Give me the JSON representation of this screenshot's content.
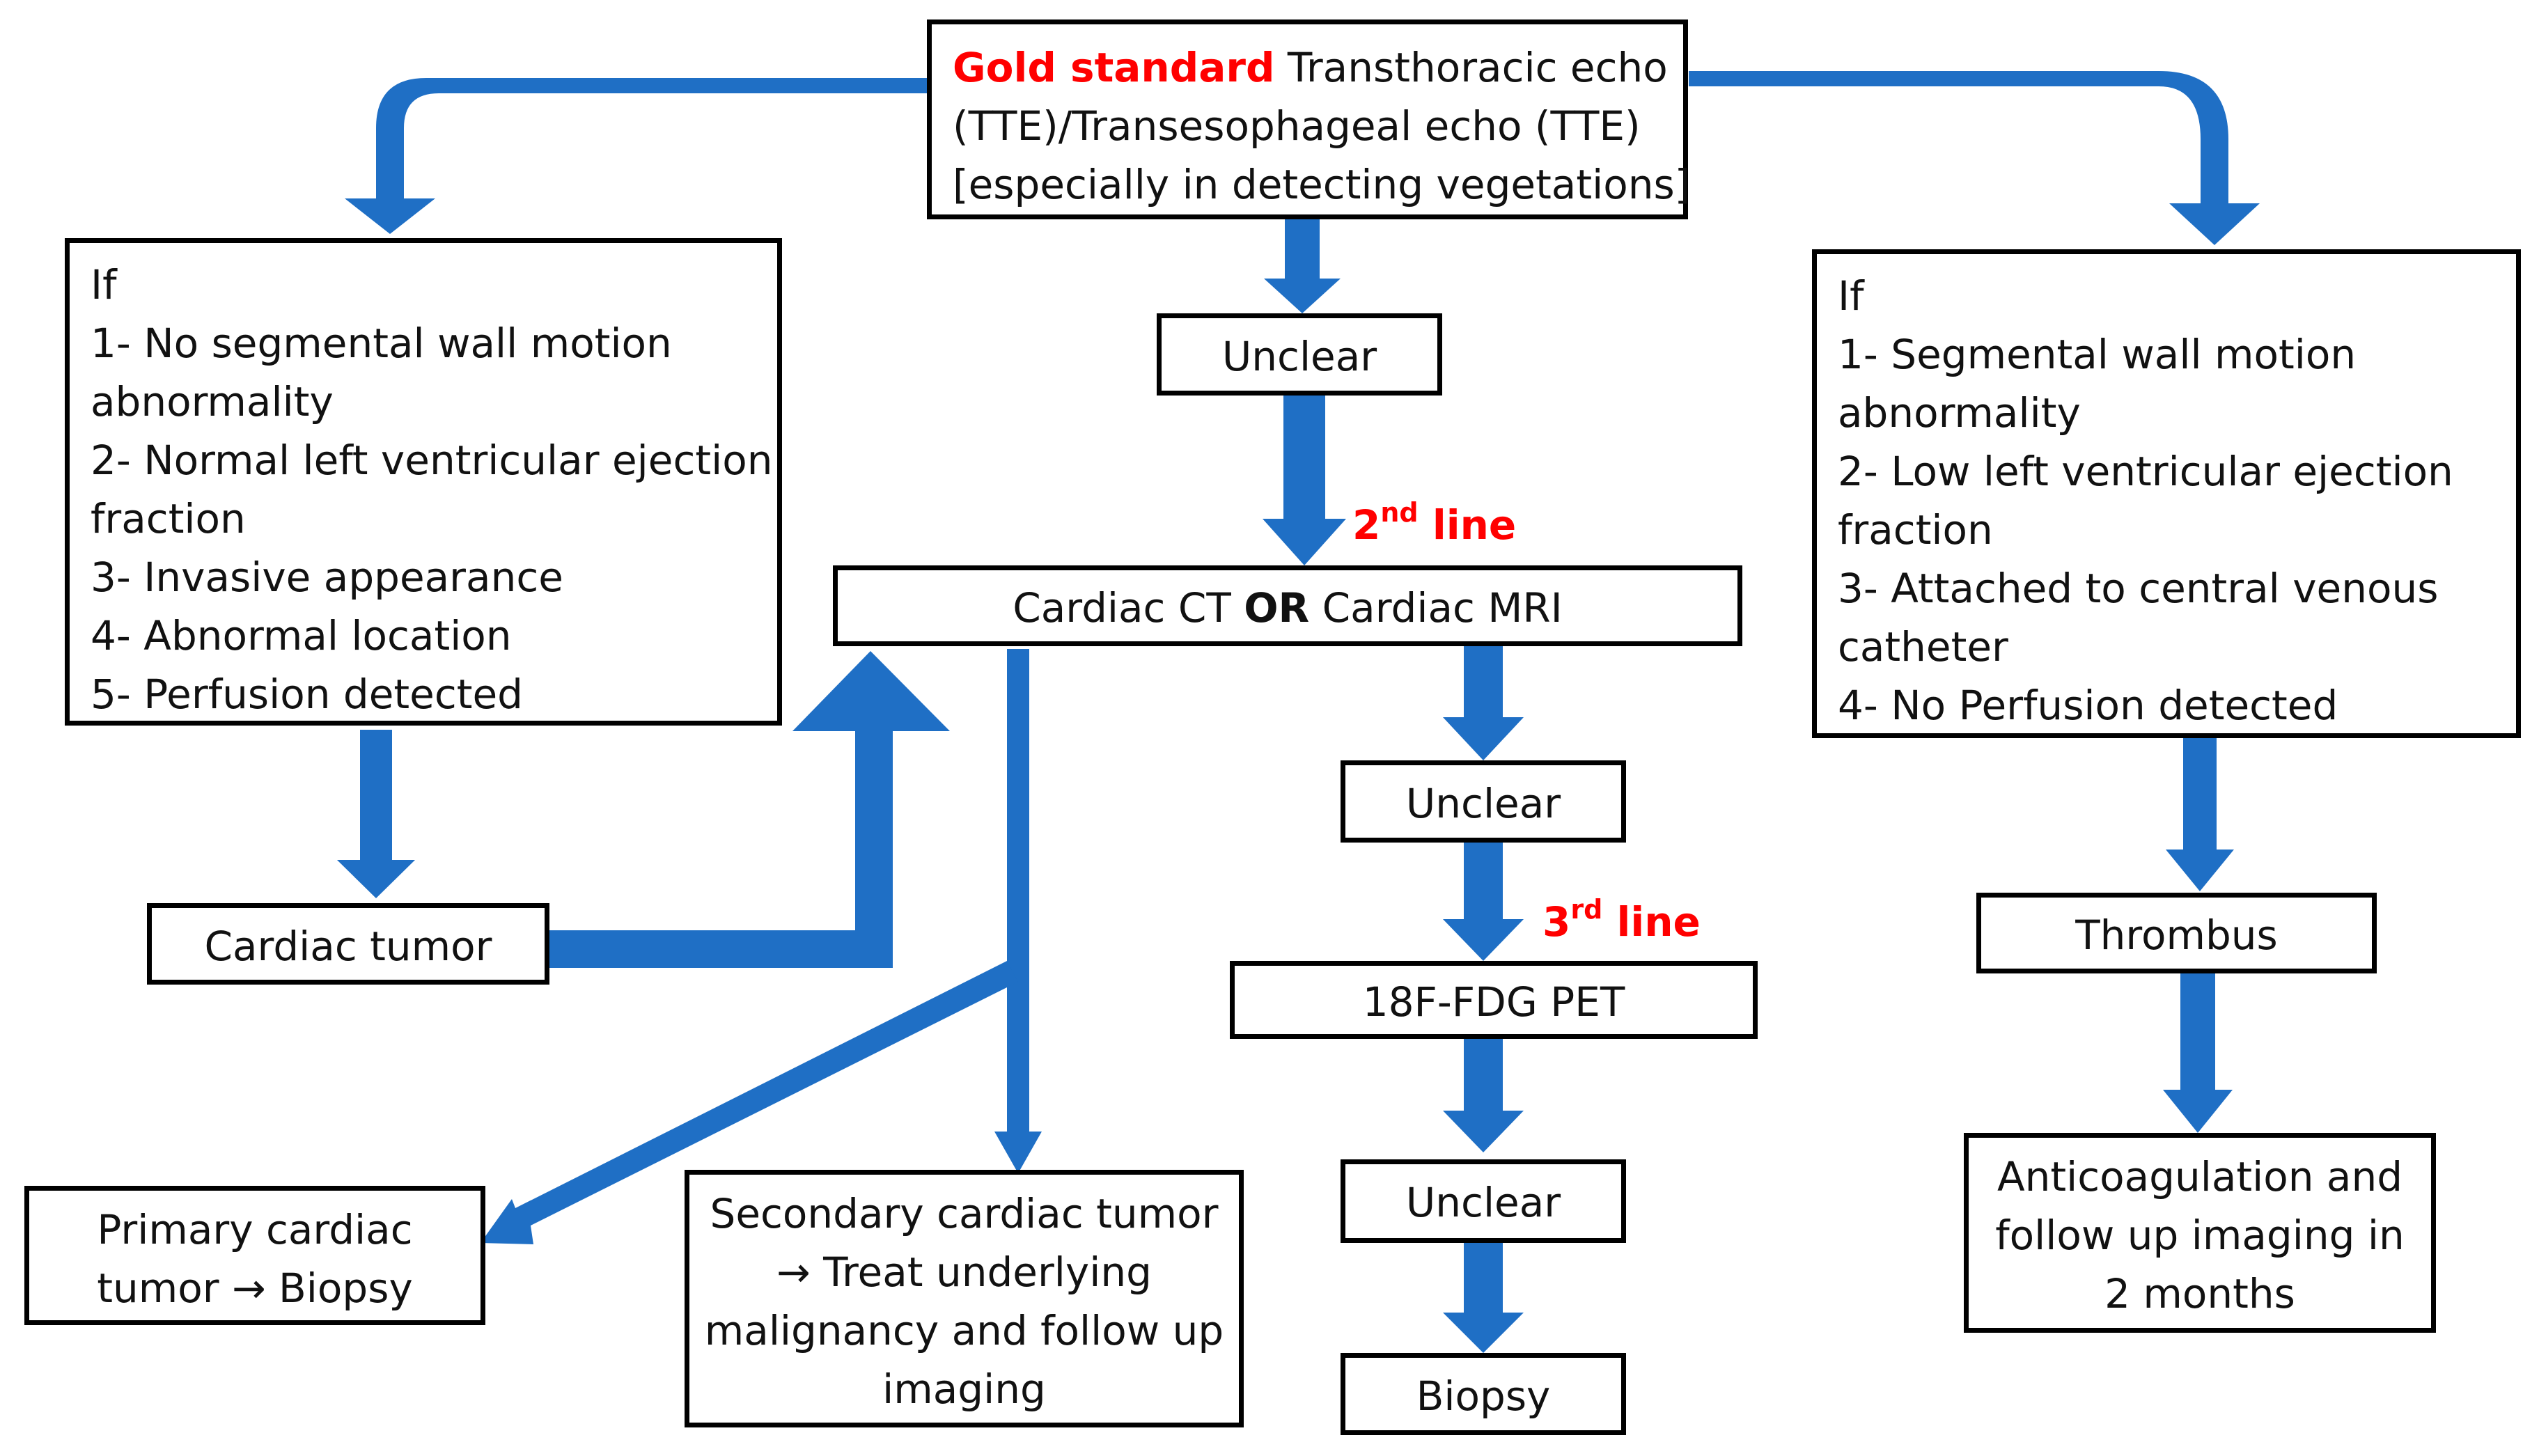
{
  "colors": {
    "arrow": "#1f6fc5",
    "emphasis": "#ff0000",
    "border": "#000000"
  },
  "top": {
    "highlight": "Gold standard",
    "line1_rest": " Transthoracic echo",
    "line2": "(TTE)/Transesophageal echo (TTE)",
    "line3": "[especially in detecting vegetations]"
  },
  "left_criteria": {
    "lines": [
      "If",
      "1- No segmental wall motion",
      "abnormality",
      "2- Normal left ventricular ejection",
      "fraction",
      "3- Invasive appearance",
      "4- Abnormal location",
      "5- Perfusion detected"
    ]
  },
  "right_criteria": {
    "lines": [
      "If",
      "1- Segmental wall motion",
      "abnormality",
      "2- Low left ventricular ejection",
      "fraction",
      "3- Attached to central venous",
      "catheter",
      "4- No Perfusion detected"
    ]
  },
  "nodes": {
    "unclear_1": "Unclear",
    "ct_mri_a": "Cardiac CT ",
    "ct_mri_or": "OR",
    "ct_mri_b": " Cardiac MRI",
    "unclear_2": "Unclear",
    "pet": "18F-FDG PET",
    "unclear_3": "Unclear",
    "biopsy": "Biopsy",
    "cardiac_tumor": "Cardiac tumor",
    "primary_line1": "Primary cardiac",
    "primary_line2": "tumor → Biopsy",
    "secondary_lines": [
      "Secondary cardiac tumor",
      "→ Treat underlying",
      "malignancy and follow up",
      "imaging"
    ],
    "thrombus": "Thrombus",
    "anticoag_lines": [
      "Anticoagulation and",
      "follow up imaging in",
      "2 months"
    ]
  },
  "labels": {
    "second_num": "2",
    "second_sup": "nd",
    "second_word": " line",
    "third_num": "3",
    "third_sup": "rd",
    "third_word": " line"
  }
}
